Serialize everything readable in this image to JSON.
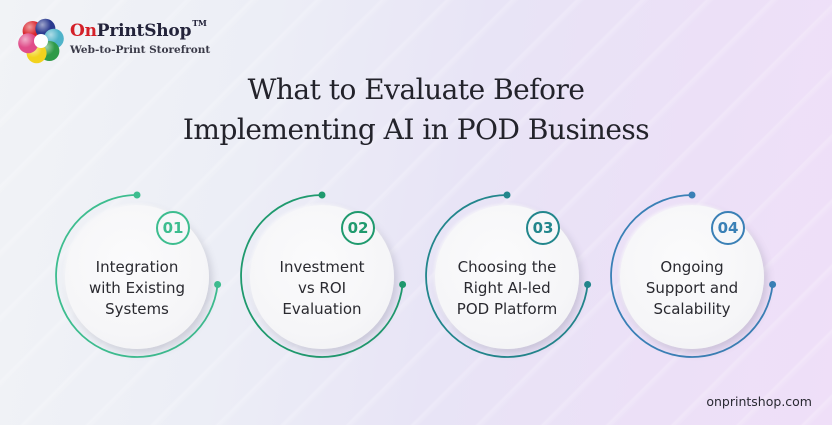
{
  "brand": {
    "name_prefix": "On",
    "name_rest": "PrintShop",
    "trademark": "TM",
    "tagline": "Web-to-Print Storefront",
    "logo_colors": [
      "#d9262e",
      "#2b3a8f",
      "#4fb3c9",
      "#2e9a48",
      "#f2d21e",
      "#e04d8a",
      "#e8582c"
    ]
  },
  "title": {
    "line1": "What to Evaluate Before",
    "line2": "Implementing AI in POD Business"
  },
  "items": [
    {
      "number": "01",
      "lines": [
        "Integration",
        "with Existing",
        "Systems"
      ],
      "color": "#3dbd8f"
    },
    {
      "number": "02",
      "lines": [
        "Investment",
        "vs ROI",
        "Evaluation"
      ],
      "color": "#1f9a6e"
    },
    {
      "number": "03",
      "lines": [
        "Choosing the",
        "Right AI-led",
        "POD Platform"
      ],
      "color": "#22868c"
    },
    {
      "number": "04",
      "lines": [
        "Ongoing",
        "Support and",
        "Scalability"
      ],
      "color": "#3a80b6"
    }
  ],
  "footer": {
    "website": "onprintshop.com"
  }
}
